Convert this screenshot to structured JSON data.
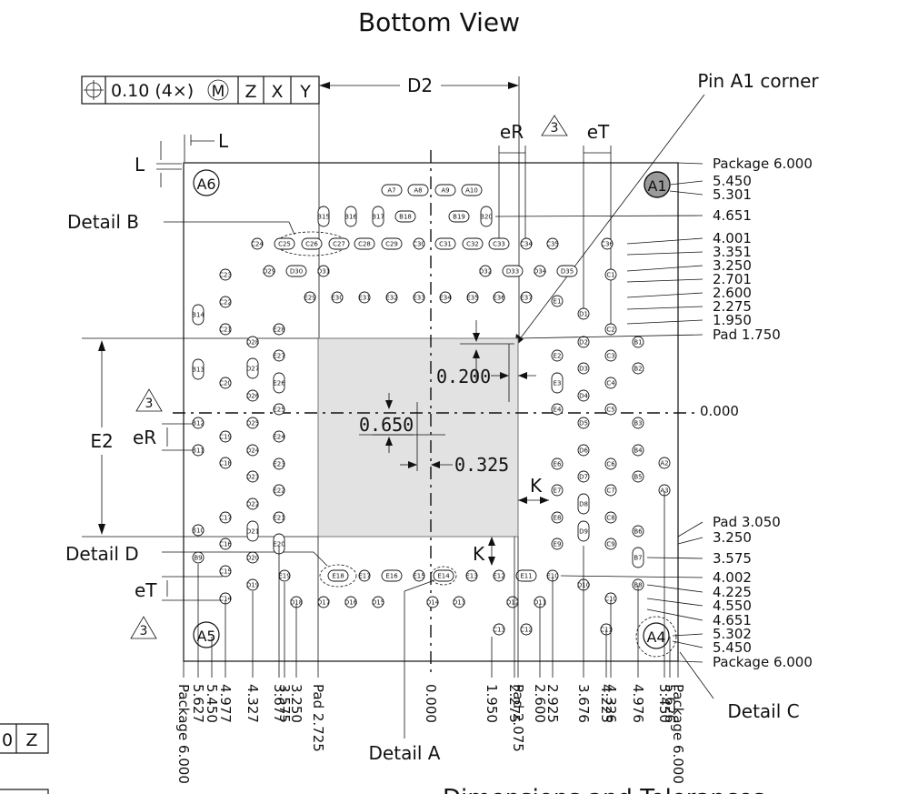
{
  "title": "Bottom View",
  "footer_partial": "Dimensions and Tolerances",
  "fcf": {
    "symbol": "⌖",
    "tolerance": "0.10 (4×)",
    "modifier": "M",
    "datums": [
      "Z",
      "X",
      "Y"
    ]
  },
  "fcf_partial": {
    "value": "0",
    "datum": "Z"
  },
  "labels": {
    "d2": "D2",
    "e2": "E2",
    "er": "eR",
    "et": "eT",
    "l": "L",
    "k": "K",
    "pin_a1_corner": "Pin A1 corner",
    "detail_a": "Detail A",
    "detail_b": "Detail B",
    "detail_c": "Detail C",
    "detail_d": "Detail D",
    "note_ref": "3",
    "dim_0650": "0.650",
    "dim_0200": "0.200",
    "dim_0325": "0.325"
  },
  "corner_pins": {
    "a1": "A1",
    "a4": "A4",
    "a5": "A5",
    "a6": "A6"
  },
  "right_dims": [
    {
      "text": "Package  6.000"
    },
    {
      "text": "5.450"
    },
    {
      "text": "5.301"
    },
    {
      "text": "4.651"
    },
    {
      "text": "4.001"
    },
    {
      "text": "3.351"
    },
    {
      "text": "3.250"
    },
    {
      "text": "2.701"
    },
    {
      "text": "2.600"
    },
    {
      "text": "2.275"
    },
    {
      "text": "1.950"
    },
    {
      "text": "Pad  1.750"
    },
    {
      "text": "0.000"
    },
    {
      "text": "Pad  3.050"
    },
    {
      "text": "3.250"
    },
    {
      "text": "3.575"
    },
    {
      "text": "4.002"
    },
    {
      "text": "4.225"
    },
    {
      "text": "4.550"
    },
    {
      "text": "4.651"
    },
    {
      "text": "5.302"
    },
    {
      "text": "5.450"
    },
    {
      "text": "Package  6.000"
    }
  ],
  "bottom_dims": [
    {
      "text": "Package 6.000"
    },
    {
      "text": "5.627"
    },
    {
      "text": "5.450"
    },
    {
      "text": "4.977"
    },
    {
      "text": "4.327"
    },
    {
      "text": "3.677"
    },
    {
      "text": "3.575"
    },
    {
      "text": "3.250"
    },
    {
      "text": "Pad  2.725"
    },
    {
      "text": "0.000"
    },
    {
      "text": "1.950"
    },
    {
      "text": "2.275"
    },
    {
      "text": "Pad  2.075"
    },
    {
      "text": "2.600"
    },
    {
      "text": "2.925"
    },
    {
      "text": "3.676"
    },
    {
      "text": "4.225"
    },
    {
      "text": "4.326"
    },
    {
      "text": "4.976"
    },
    {
      "text": "5.450"
    },
    {
      "text": "5.626"
    },
    {
      "text": "Package  6.000"
    }
  ],
  "pins": [
    "A7",
    "A8",
    "A9",
    "A10",
    "B15",
    "B16",
    "B17",
    "B18",
    "B19",
    "B20",
    "C24",
    "C25",
    "C26",
    "C27",
    "C28",
    "C29",
    "C30",
    "C31",
    "C32",
    "C33",
    "C34",
    "C35",
    "C36",
    "D29",
    "D30",
    "D31",
    "D32",
    "D33",
    "D34",
    "D35",
    "C23",
    "C1",
    "E29",
    "E30",
    "E31",
    "E32",
    "E33",
    "E34",
    "E35",
    "E36",
    "E37",
    "E1",
    "B14",
    "C22",
    "D1",
    "C21",
    "C2",
    "D28",
    "E28",
    "D2",
    "B1",
    "E27",
    "D27",
    "E26",
    "C3",
    "D3",
    "E2",
    "B2",
    "B13",
    "C20",
    "E3",
    "D4",
    "C4",
    "D26",
    "E25",
    "E4",
    "C5",
    "B12",
    "D25",
    "E24",
    "D5",
    "B3",
    "C19",
    "B11",
    "D24",
    "E23",
    "D6",
    "C6",
    "B4",
    "C18",
    "D23",
    "E22",
    "E6",
    "D7",
    "C7",
    "B5",
    "A2",
    "A3",
    "D22",
    "E7",
    "D8",
    "C17",
    "E21",
    "E8",
    "C8",
    "D21",
    "B10",
    "B6",
    "C16",
    "E20",
    "D9",
    "E9",
    "C9",
    "B7",
    "B9",
    "D20",
    "C15",
    "E19",
    "E18",
    "E17",
    "E16",
    "E15",
    "E14",
    "E13",
    "E12",
    "E11",
    "E10",
    "D10",
    "B8",
    "C14",
    "D19",
    "D18",
    "D17",
    "D16",
    "D15",
    "D14",
    "D13",
    "D12",
    "D11",
    "C10",
    "C11",
    "C13",
    "C12"
  ]
}
